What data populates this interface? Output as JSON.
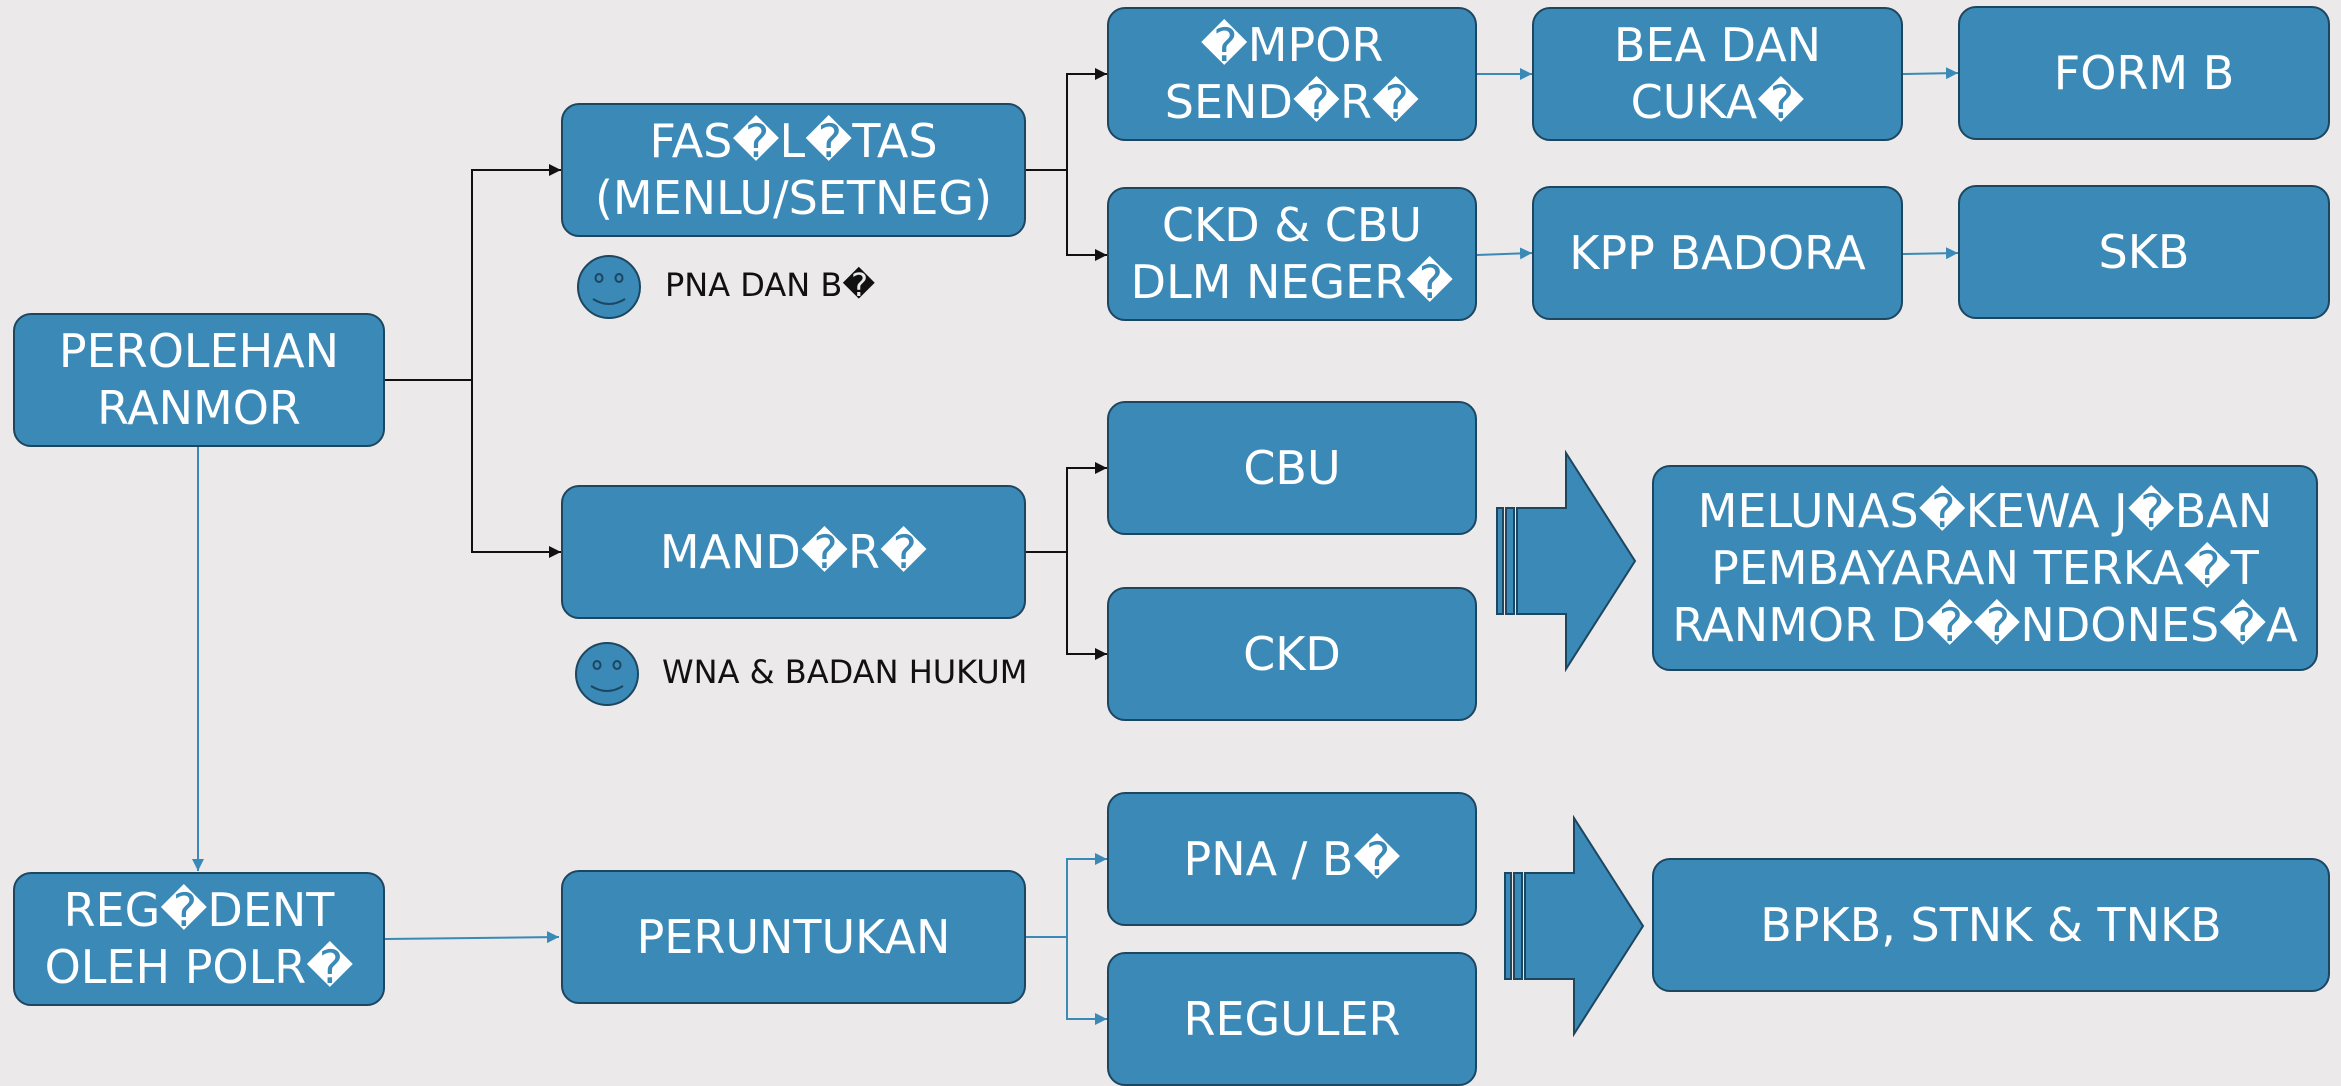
{
  "root": {
    "perolehan": "PEROLEHAN\nRANMOR",
    "regident": "REG�DENT\nOLEH POLR�"
  },
  "level1": {
    "fasilitas": "FAS�L�TAS\n(MENLU/SETNEG)",
    "mandiri": "MAND�R�",
    "peruntukan": "PERUNTUKAN"
  },
  "level2": {
    "impor": "�MPOR\nSEND�R�",
    "ckd_cbu_dn": "CKD & CBU\nDLM NEGER�",
    "cbu": "CBU",
    "ckd": "CKD",
    "pna_bi": "PNA / B�",
    "reguler": "REGULER"
  },
  "level3": {
    "bea_cukai": "BEA DAN\nCUKA�",
    "kpp_badora": "KPP BADORA"
  },
  "level4": {
    "form_b": "FORM B",
    "skb": "SKB"
  },
  "results": {
    "melunasi": "MELUNAS�KEWA J�BAN\nPEMBAYARAN TERKA�T\nRANMOR D��NDONES�A",
    "bpkb": "BPKB, STNK & TNKB"
  },
  "notes": {
    "fasilitas_note": "PNA DAN B�",
    "mandiri_note": "WNA & BADAN HUKUM"
  },
  "colors": {
    "box_fill": "#3a89b7",
    "box_border": "#1d4660",
    "background": "#ebe9e9",
    "connector_blue": "#3a89b7"
  },
  "icons": {
    "note_icon": "smiley-icon",
    "result_arrow": "block-arrow-icon"
  }
}
